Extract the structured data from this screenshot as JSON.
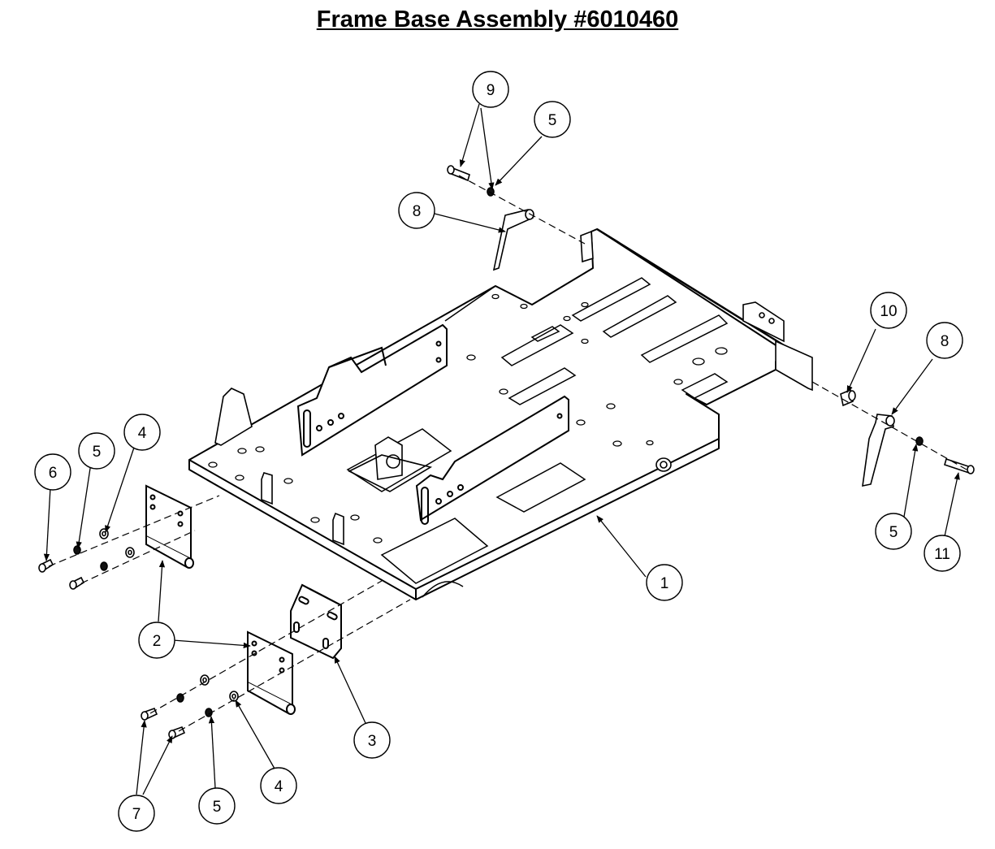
{
  "title": "Frame Base Assembly #6010460",
  "callouts": [
    {
      "id": "c1",
      "label": "1"
    },
    {
      "id": "c2",
      "label": "2"
    },
    {
      "id": "c3",
      "label": "3"
    },
    {
      "id": "c4a",
      "label": "4"
    },
    {
      "id": "c4b",
      "label": "4"
    },
    {
      "id": "c5a",
      "label": "5"
    },
    {
      "id": "c5b",
      "label": "5"
    },
    {
      "id": "c5c",
      "label": "5"
    },
    {
      "id": "c5d",
      "label": "5"
    },
    {
      "id": "c6",
      "label": "6"
    },
    {
      "id": "c7",
      "label": "7"
    },
    {
      "id": "c8a",
      "label": "8"
    },
    {
      "id": "c8b",
      "label": "8"
    },
    {
      "id": "c9",
      "label": "9"
    },
    {
      "id": "c10",
      "label": "10"
    },
    {
      "id": "c11",
      "label": "11"
    }
  ]
}
